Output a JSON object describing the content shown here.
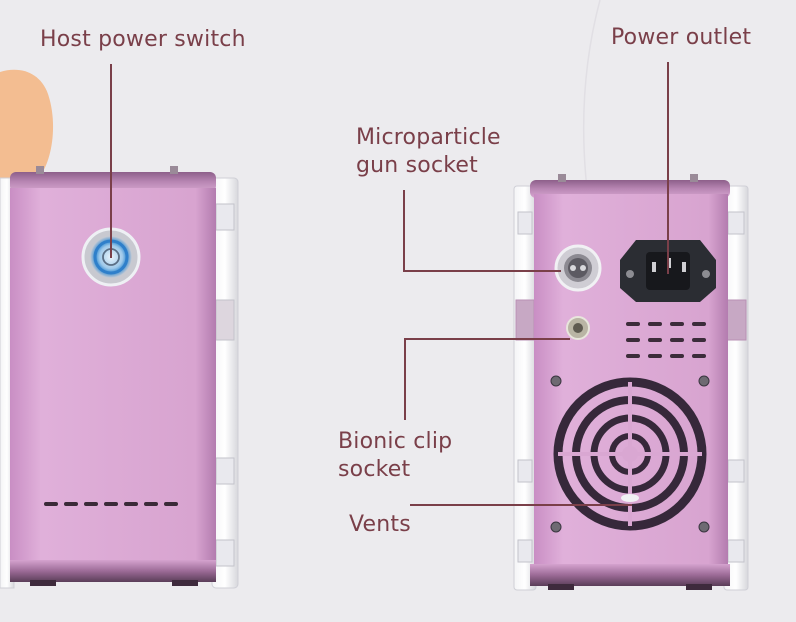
{
  "labels": {
    "host_power_switch": "Host power switch",
    "power_outlet": "Power outlet",
    "microparticle_gun_socket_line1": "Microparticle",
    "microparticle_gun_socket_line2": "gun socket",
    "bionic_clip_socket_line1": "Bionic clip",
    "bionic_clip_socket_line2": "socket",
    "vents": "Vents"
  },
  "colors": {
    "background": "#ecebee",
    "device_panel": "#d9a7d2",
    "label_text": "#7a3f49",
    "accent_blob": "#f3bd91",
    "power_ring": "#4aa3e0"
  }
}
